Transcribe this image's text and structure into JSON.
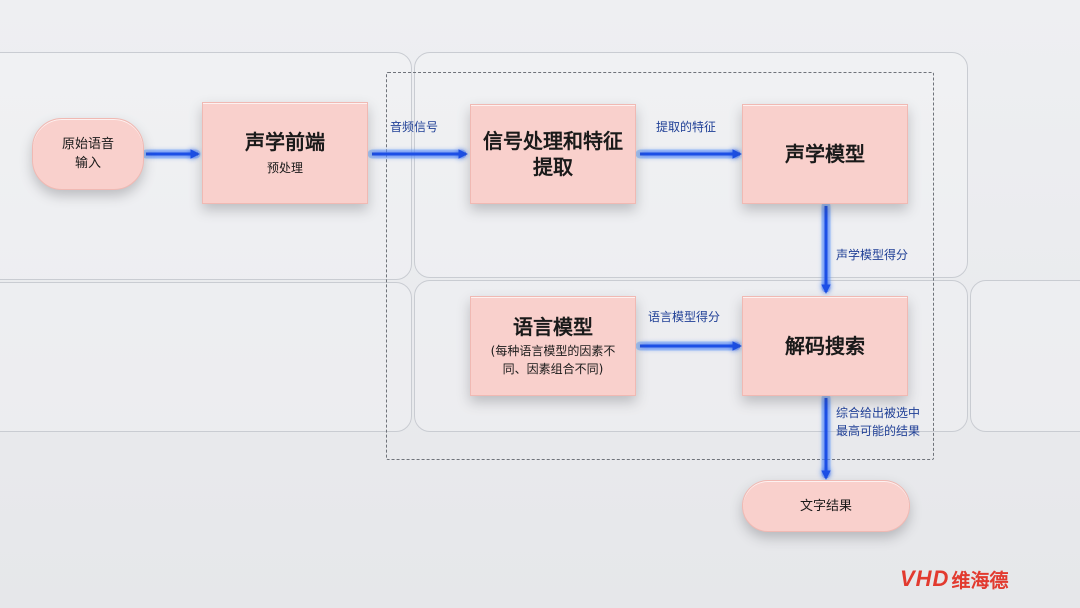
{
  "nodes": {
    "raw_input": "原始语音\n输入",
    "frontend_title": "声学前端",
    "frontend_sub": "预处理",
    "signal_title": "信号处理和特征\n提取",
    "acoustic_title": "声学模型",
    "language_title": "语言模型",
    "language_sub": "(每种语言模型的因素不\n同、因素组合不同)",
    "decode_title": "解码搜索",
    "text_result": "文字结果"
  },
  "edges": {
    "audio_signal": "音频信号",
    "features": "提取的特征",
    "acoustic_score": "声学模型得分",
    "language_score": "语言模型得分",
    "decode_output": "综合给出被选中\n最高可能的结果"
  },
  "logo": {
    "mark": "VHD",
    "name": "维海德"
  },
  "colors": {
    "node_fill": "#f9d0cc",
    "arrow": "#1e4fe6",
    "glow": "#7fb3ff",
    "logo": "#e23a2f"
  }
}
